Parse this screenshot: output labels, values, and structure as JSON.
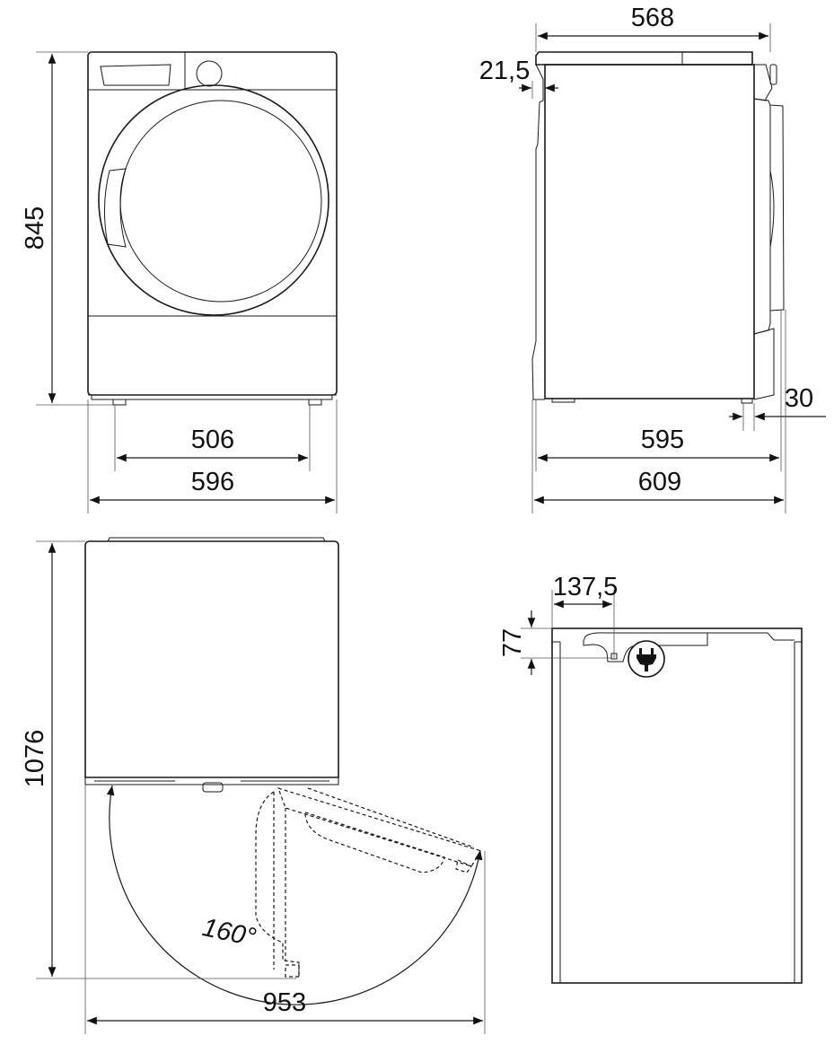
{
  "front_view": {
    "height": "845",
    "feet_spacing": "506",
    "width": "596"
  },
  "side_view": {
    "top_depth": "568",
    "back_offset": "21,5",
    "foot_offset": "30",
    "body_depth": "595",
    "total_depth": "609"
  },
  "top_view": {
    "depth_door_open": "1076",
    "width_door_open": "953",
    "door_angle": "160°"
  },
  "rear_view": {
    "plug_offset_x": "137,5",
    "plug_offset_y": "77"
  },
  "icons": [
    "power-plug-icon"
  ]
}
